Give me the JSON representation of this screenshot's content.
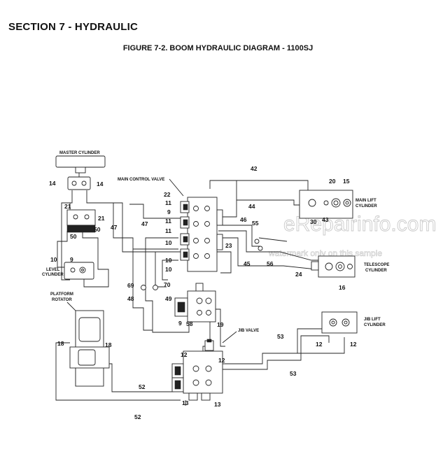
{
  "header": {
    "section_title": "SECTION 7 - HYDRAULIC",
    "figure_title": "FIGURE 7-2. BOOM HYDRAULIC DIAGRAM - 1100SJ"
  },
  "watermark": {
    "site": "eRepairinfo.com",
    "note": "watermark only on this sample"
  },
  "components": {
    "master_cylinder": "MASTER CYLINDER",
    "main_control_valve": "MAIN CONTROL VALVE",
    "main_lift_cylinder_1": "MAIN LIFT",
    "main_lift_cylinder_2": "CYLINDER",
    "level_cylinder_1": "LEVEL",
    "level_cylinder_2": "CYLINDER",
    "telescope_cylinder_1": "TELESCOPE",
    "telescope_cylinder_2": "CYLINDER",
    "platform_rotator_1": "PLATFORM",
    "platform_rotator_2": "ROTATOR",
    "jib_valve": "JIB VALVE",
    "jib_lift_cylinder_1": "JIB LIFT",
    "jib_lift_cylinder_2": "CYLINDER"
  },
  "callouts": {
    "n14a": "14",
    "n14b": "14",
    "n21a": "21",
    "n21b": "21",
    "n50a": "50",
    "n50b": "50",
    "n47a": "47",
    "n47b": "47",
    "n10a": "10",
    "n9a": "9",
    "n22": "22",
    "n11a": "11",
    "n9b": "9",
    "n11b": "11",
    "n11c": "11",
    "n10b": "10",
    "n10c": "10",
    "n10d": "10",
    "n42": "42",
    "n44": "44",
    "n46": "46",
    "n55": "55",
    "n23": "23",
    "n45": "45",
    "n56": "56",
    "n20": "20",
    "n15": "15",
    "n30": "30",
    "n43": "43",
    "n24": "24",
    "n16": "16",
    "n69": "69",
    "n70": "70",
    "n48": "48",
    "n49": "49",
    "n9c": "9",
    "n58": "58",
    "n19": "19",
    "n18a": "18",
    "n18b": "18",
    "n53a": "53",
    "n53b": "53",
    "n12a": "12",
    "n12b": "12",
    "n12c": "12",
    "n12d": "12",
    "n13a": "13",
    "n13b": "13",
    "n52a": "52",
    "n52b": "52"
  }
}
